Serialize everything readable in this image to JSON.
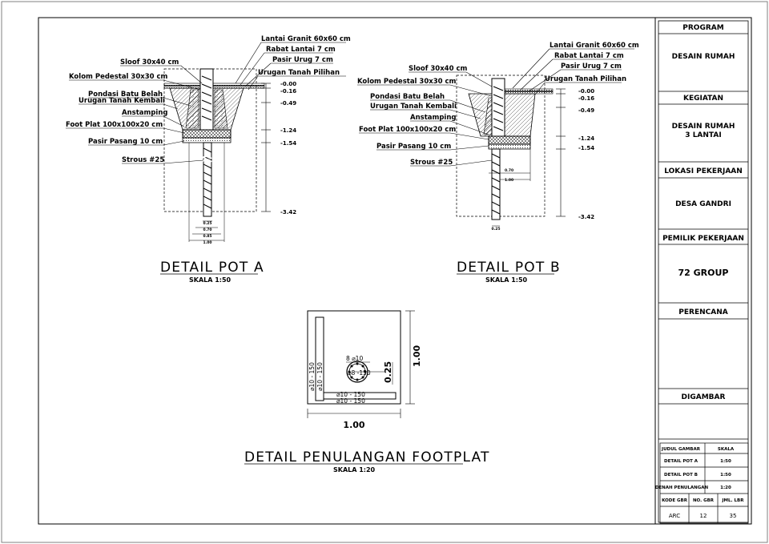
{
  "colors": {
    "line": "#000000",
    "paper": "#ffffff",
    "border": "#808080"
  },
  "pot_a": {
    "title": "DETAIL POT A",
    "scale": "SKALA 1:50",
    "labels_left": [
      "Sloof 30x40 cm",
      "Kolom Pedestal 30x30 cm",
      "Pondasi Batu Belah",
      "Urugan Tanah Kembali",
      "Anstamping",
      "Foot Plat 100x100x20 cm",
      "Pasir Pasang 10 cm",
      "Strous #25"
    ],
    "labels_right": [
      "Lantai Granit 60x60 cm",
      "Rabat Lantai 7 cm",
      "Pasir Urug 7 cm",
      "Urugan Tanah Pilihan"
    ],
    "levels": [
      "-0.00",
      "-0.16",
      "-0.49",
      "-1.24",
      "-1.54",
      "-3.42"
    ],
    "dims": [
      "0.25",
      "0.70",
      "0.85",
      "1.00"
    ]
  },
  "pot_b": {
    "title": "DETAIL POT B",
    "scale": "SKALA 1:50",
    "labels_left": [
      "Sloof 30x40 cm",
      "Kolom Pedestal 30x30 cm",
      "Pondasi Batu Belah",
      "Urugan Tanah Kembali",
      "Anstamping",
      "Foot Plat 100x100x20 cm",
      "Pasir Pasang 10 cm",
      "Strous #25"
    ],
    "labels_right": [
      "Lantai Granit 60x60 cm",
      "Rabat Lantai 7 cm",
      "Pasir Urug 7 cm",
      "Urugan Tanah Pilihan"
    ],
    "levels": [
      "-0.00",
      "-0.16",
      "-0.49",
      "-1.24",
      "-1.54",
      "-3.42"
    ],
    "dims": [
      "0.70",
      "1.00",
      "0.25"
    ]
  },
  "footplat": {
    "title": "DETAIL PENULANGAN FOOTPLAT",
    "scale": "SKALA 1:20",
    "dim_width": "1.00",
    "dim_height": "1.00",
    "dim_thick": "0.25",
    "bar_ring": "8 ⌀10",
    "bar_stirrup": "⌀8 -150",
    "bar_vertical_1": "⌀10 - 150",
    "bar_vertical_2": "⌀10 - 150",
    "bar_horizontal_1": "⌀10 - 150",
    "bar_horizontal_2": "⌀10 - 150"
  },
  "title_block": {
    "program_head": "PROGRAM",
    "program_value": "DESAIN RUMAH",
    "kegiatan_head": "KEGIATAN",
    "kegiatan_value_1": "DESAIN RUMAH",
    "kegiatan_value_2": "3 LANTAI",
    "lokasi_head": "LOKASI PEKERJAAN",
    "lokasi_value": "DESA GANDRI",
    "pemilik_head": "PEMILIK PEKERJAAN",
    "pemilik_value": "72 GROUP",
    "perencana_head": "PERENCANA",
    "digambar_head": "DIGAMBAR",
    "table": {
      "col1_head": "JUDUL GAMBAR",
      "col2_head": "SKALA",
      "rows": [
        {
          "name": "DETAIL POT A",
          "scale": "1:50"
        },
        {
          "name": "DETAIL POT B",
          "scale": "1:50"
        },
        {
          "name": "DENAH PENULANGAN",
          "scale": "1:20"
        }
      ],
      "code_head": "KODE GBR",
      "no_head": "NO. GBR",
      "jml_head": "JML. LBR",
      "code_value": "ARC",
      "no_value": "12",
      "jml_value": "35"
    }
  }
}
